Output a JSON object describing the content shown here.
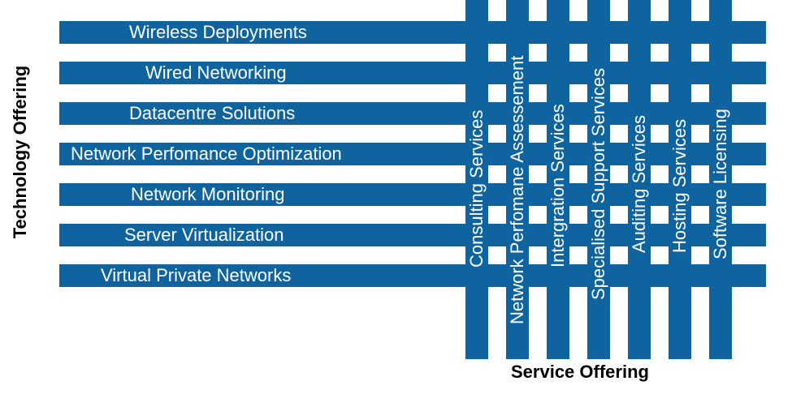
{
  "technology_axis_label": "Technology Offering",
  "service_axis_label": "Service Offering",
  "technology_offerings": [
    "Wireless Deployments",
    "Wired Networking",
    "Datacentre Solutions",
    "Network Perfomance Optimization",
    "Network Monitoring",
    "Server Virtualization",
    "Virtual Private Networks"
  ],
  "service_offerings": [
    "Consulting Services",
    "Network Perfomane Assessement",
    "Intergration Services",
    "Specialised Support Services",
    "Auditing Services",
    "Hosting Services",
    "Software Licensing"
  ],
  "colors": {
    "bar": "#0f64a0",
    "text_on_bar": "#ffffff",
    "axis_text": "#000000"
  }
}
